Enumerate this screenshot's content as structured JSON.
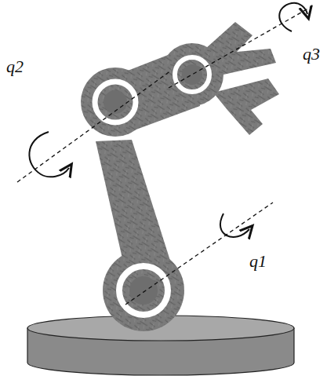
{
  "diagram": {
    "labels": [
      "q3",
      "q2",
      "q1"
    ]
  }
}
